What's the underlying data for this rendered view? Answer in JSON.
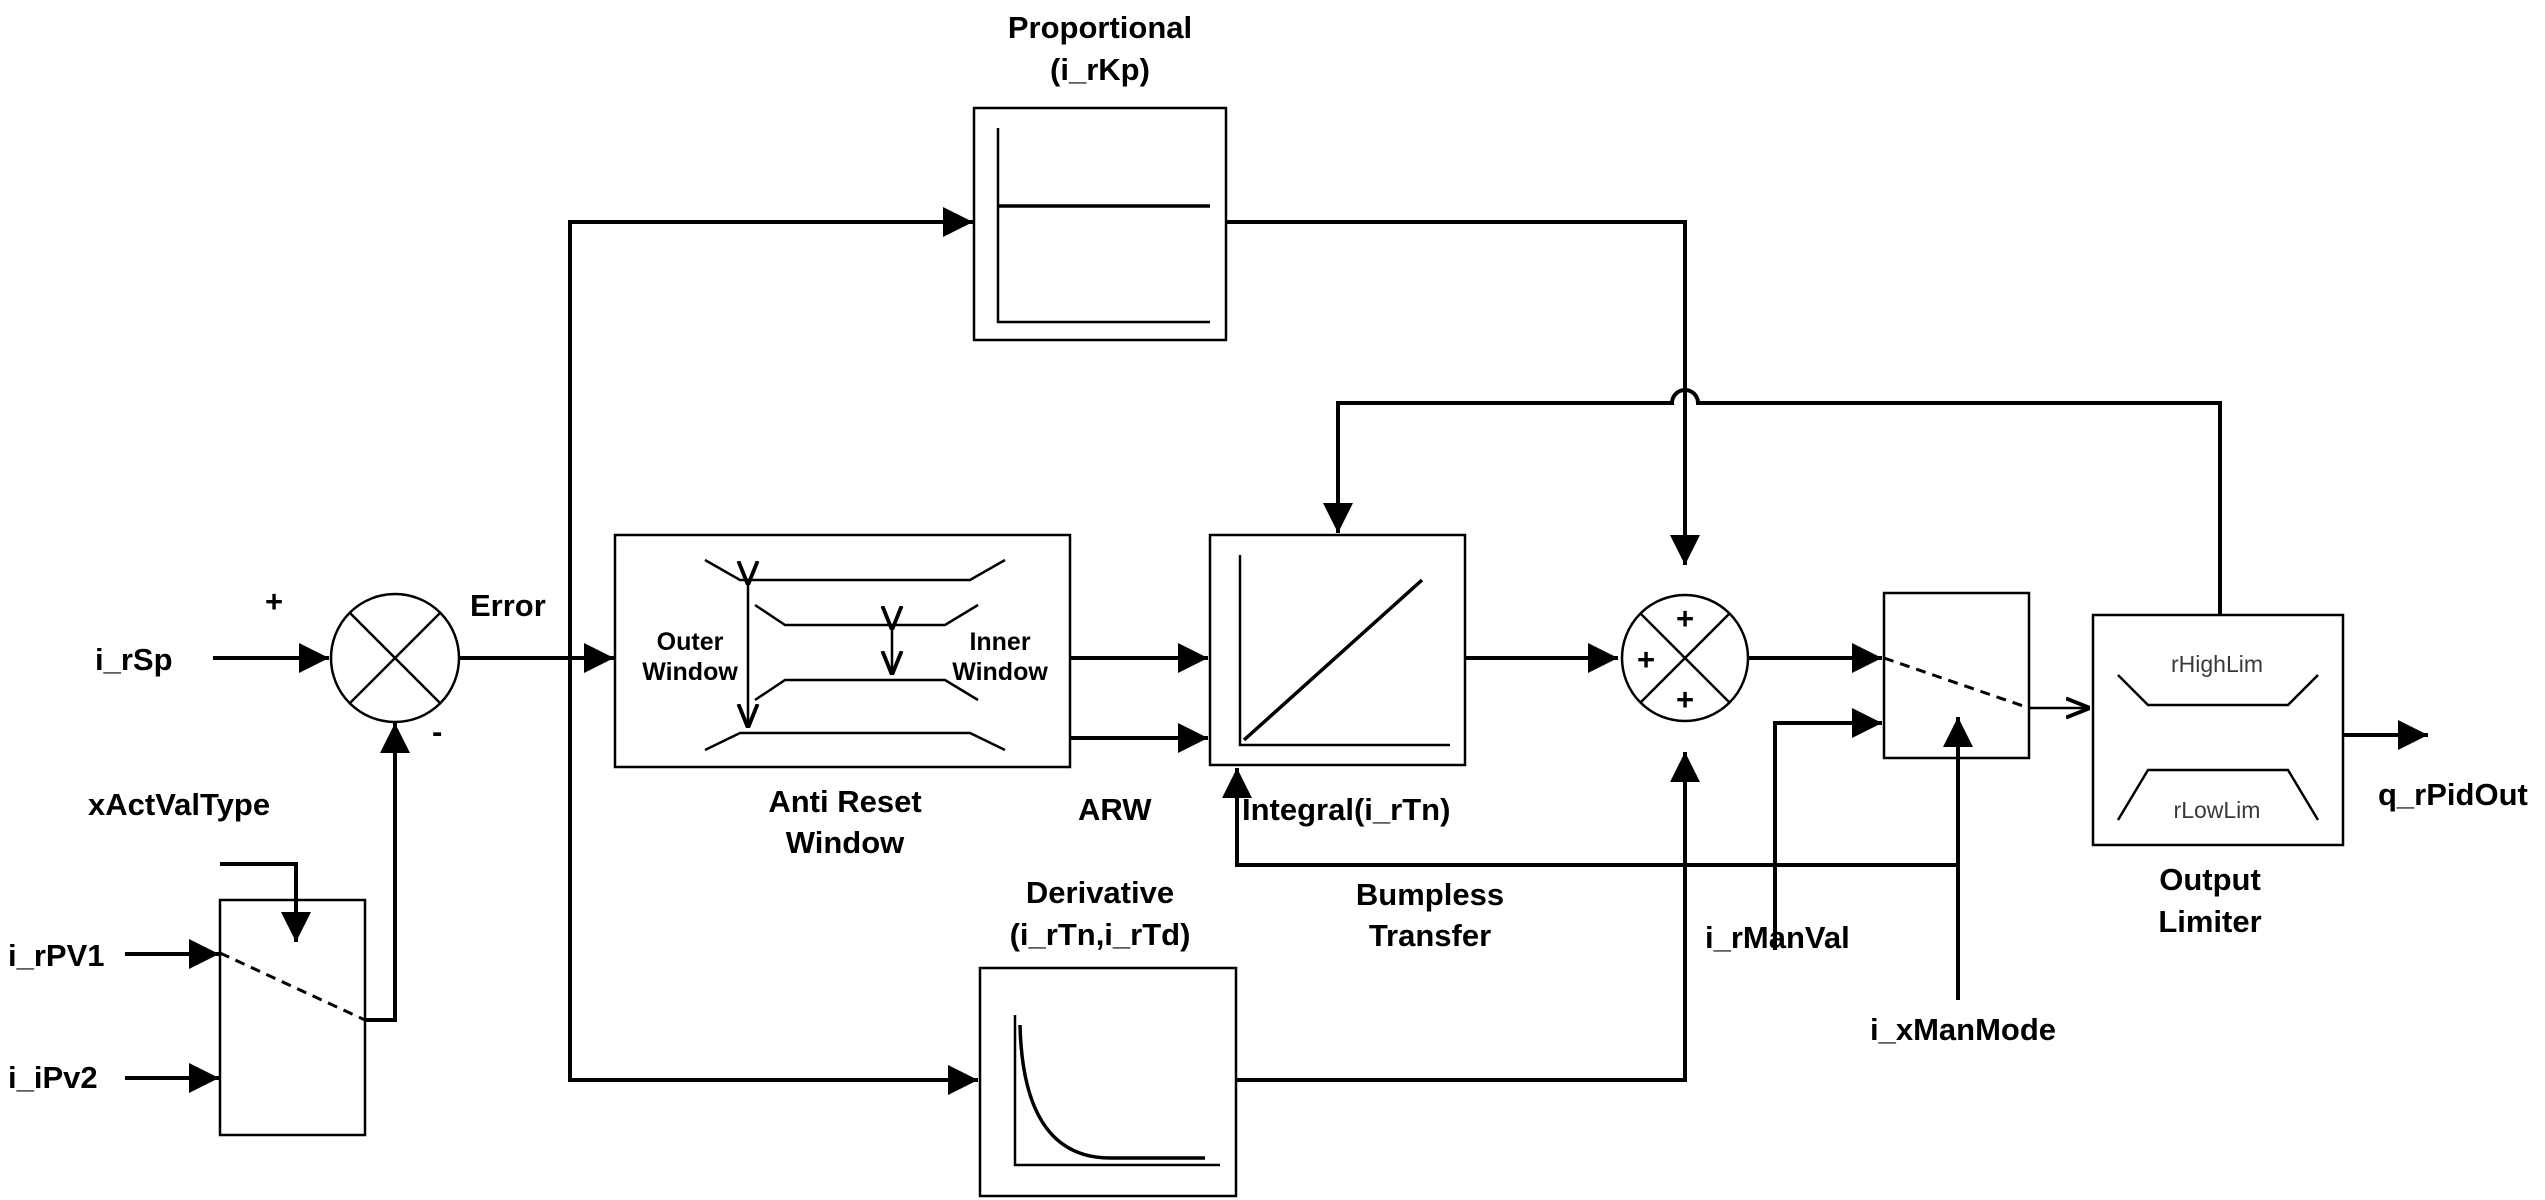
{
  "inputs": {
    "setpoint": "i_rSp",
    "pv1": "i_rPV1",
    "pv2": "i_iPv2",
    "act_val_type": "xActValType",
    "man_val": "i_rManVal",
    "man_mode": "i_xManMode"
  },
  "output": "q_rPidOut",
  "summing_junction": {
    "plus_sign": "+",
    "minus_sign": "-",
    "error_label": "Error"
  },
  "proportional": {
    "line1": "Proportional",
    "line2": "(i_rKp)"
  },
  "anti_reset_window": {
    "line1": "Anti Reset",
    "line2": "Window",
    "outer_line1": "Outer",
    "outer_line2": "Window",
    "inner_line1": "Inner",
    "inner_line2": "Window",
    "arw_label": "ARW"
  },
  "integral": {
    "label": "Integral(i_rTn)"
  },
  "derivative": {
    "line1": "Derivative",
    "line2": "(i_rTn,i_rTd)"
  },
  "bumpless_transfer": {
    "line1": "Bumpless",
    "line2": "Transfer"
  },
  "sum_block": {
    "top": "+",
    "left": "+",
    "bottom": "+"
  },
  "output_limiter": {
    "line1": "Output",
    "line2": "Limiter",
    "high": "rHighLim",
    "low": "rLowLim"
  }
}
